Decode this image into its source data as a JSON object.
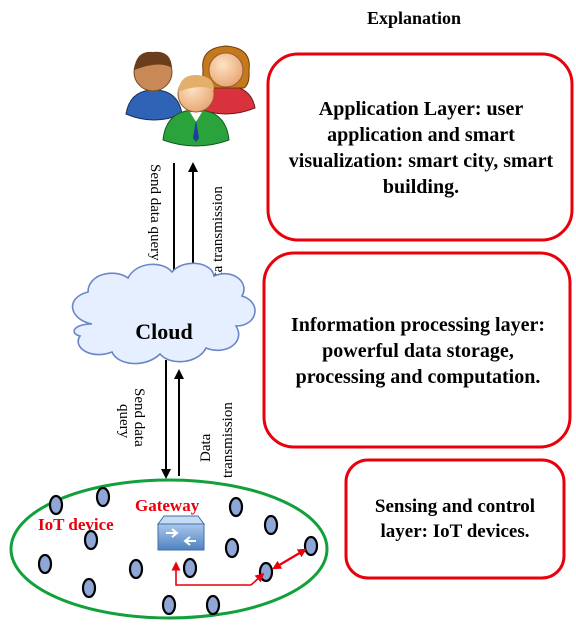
{
  "header": {
    "title": "Explanation"
  },
  "layers": [
    {
      "text": "Application Layer: user application and smart visualization: smart city, smart building."
    },
    {
      "text": "Information processing layer: powerful data storage, processing and computation."
    },
    {
      "text": "Sensing and control layer: IoT devices."
    }
  ],
  "cloud": {
    "label": "Cloud"
  },
  "arrows_top": {
    "down_label": "Send data query",
    "up_label": "Data transmission"
  },
  "arrows_bottom": {
    "down_label_1": "Send data",
    "down_label_2": "query",
    "up_label_1": "Data",
    "up_label_2": "transmission"
  },
  "field": {
    "iot_label": "IoT device",
    "gateway_label": "Gateway"
  },
  "colors": {
    "box_border": "#e8000b",
    "label_red": "#e8000b",
    "field_border": "#11a03a",
    "node_fill": "#8fa7d6",
    "gateway_fill": "#6f9fd2",
    "cloud_fill": "#e6efff",
    "cloud_stroke": "#6a86c8"
  },
  "icons": {
    "users": "users-group-icon",
    "gateway": "gateway-router-icon",
    "cloud": "cloud-icon"
  }
}
